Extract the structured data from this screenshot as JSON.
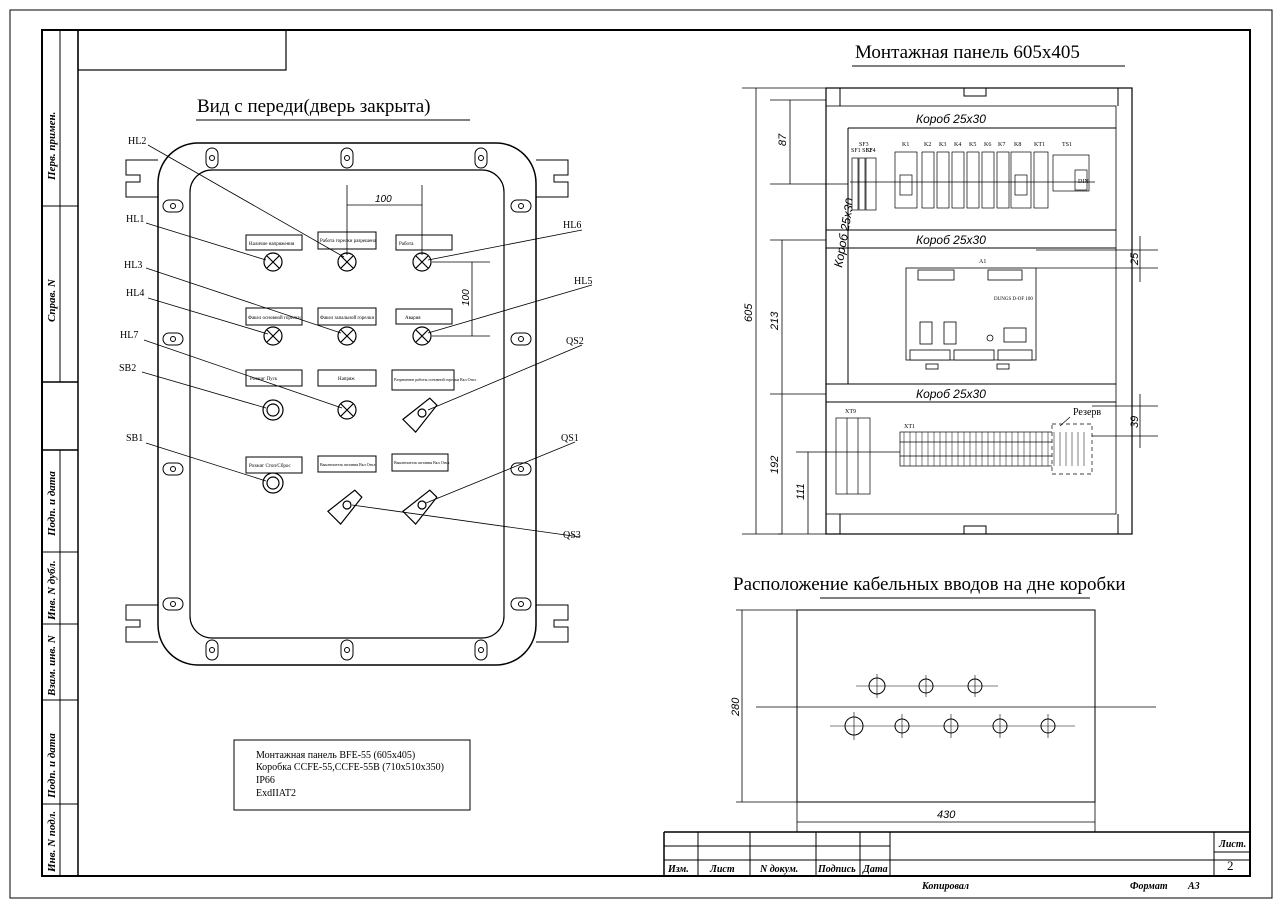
{
  "titles": {
    "front_view": "Вид с переди(дверь закрыта)",
    "mount_panel": "Монтажная панель 605x405",
    "cable_entries": "Расположение кабельных  вводов на дне коробки"
  },
  "side_stamp": [
    "Перв. примен.",
    "Справ. N",
    "Подп. и дата",
    "Инв. N дубл.",
    "Взам. инв. N",
    "Подп. и дата",
    "Инв. N подл."
  ],
  "front_callouts": [
    "HL2",
    "HL1",
    "HL6",
    "HL3",
    "HL5",
    "HL4",
    "QS2",
    "HL7",
    "SB2",
    "SB1",
    "QS1",
    "QS3"
  ],
  "front_labels": [
    "Наличие напряжения",
    "Работа горелки разрешена",
    "Работа",
    "Факел основной горелки",
    "Факел запальной горелки",
    "Авария",
    "Розжиг Пуск",
    "Напряж",
    "Разрешение работы основной горелки Вкл  Откл",
    "Розжиг Стоп/Сброс",
    "Выключатель питания Вкл  Откл",
    "Выключатель питания Вкл  Откл"
  ],
  "front_dims": {
    "horizontal": "100",
    "vertical": "100"
  },
  "spec_lines": [
    "Монтажная панель  BFE-55  (605x405)",
    "Коробка    CCFE-55,CCFE-55B (710x510x350)",
    "IP66",
    "ExdIIAT2"
  ],
  "panel": {
    "duct_label": "Короб 25x30",
    "duct_vertical": "Короб 25x30",
    "module_tags": [
      "K1",
      "K2",
      "K3",
      "K4",
      "K5",
      "K6",
      "K7",
      "K8",
      "KT1",
      "TS1"
    ],
    "breaker_tags": [
      "SF1 SF2",
      "SF3",
      "SF4"
    ],
    "din_label": "DIN",
    "controller_tag": "A1",
    "controller_text": "DUNGS D-OF 100",
    "terminal_tags": [
      "XT9",
      "XT1"
    ],
    "reserve": "Резерв",
    "dims": {
      "height_total": "605",
      "top": "87",
      "middle": "213",
      "bottom": "192",
      "lower": "111",
      "right_25": "25",
      "right_39": "39"
    }
  },
  "cable_box": {
    "height": "280",
    "width": "430"
  },
  "title_block": {
    "headers": [
      "Изм.",
      "Лист",
      "N докум.",
      "Подпись",
      "Дата"
    ],
    "sheet_label": "Лист.",
    "sheet_number": "2",
    "copied": "Копировал",
    "format_label": "Формат",
    "format_value": "A3"
  }
}
